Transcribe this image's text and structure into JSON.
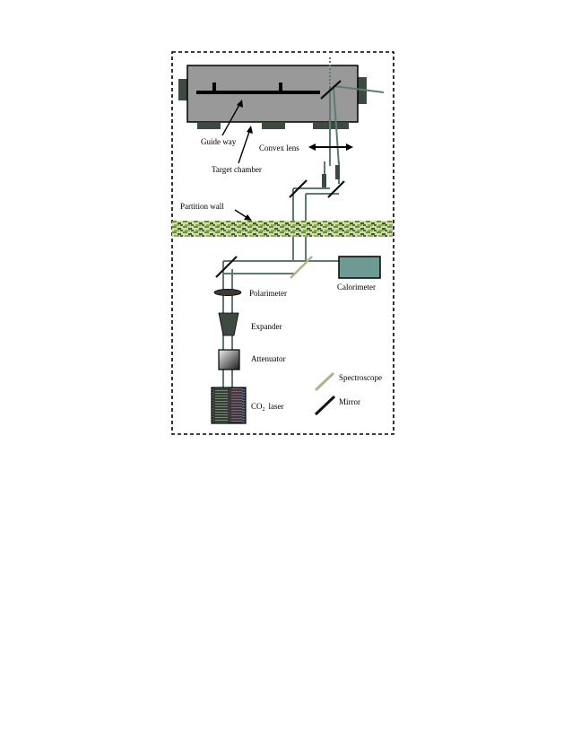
{
  "labels": {
    "guide_way": "Guide way",
    "convex_lens": "Convex lens",
    "target_chamber": "Target chamber",
    "partition_wall": "Partition wall",
    "calorimeter": "Calorimeter",
    "polarimeter": "Polarimeter",
    "expander": "Expander",
    "attenuator": "Attenuator",
    "spectroscope": "Spectroscope",
    "mirror": "Mirror",
    "co2_laser": "CO",
    "co2_subscript": "2",
    "co2_laser_suffix": "laser"
  },
  "colors": {
    "beam": "#5f7a72",
    "chamber": "#999999",
    "calorimeter": "#6f9a94",
    "spectroscope": "#b3b08e",
    "mirror": "#111111"
  }
}
